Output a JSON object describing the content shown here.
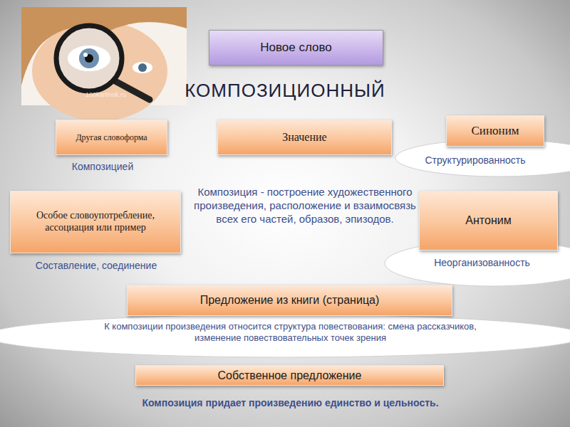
{
  "diagram": {
    "title": "КОМПОЗИЦИОННЫЙ",
    "nodes": [
      {
        "text": [
          "Новое слово"
        ]
      },
      {
        "text": [
          "Другая словоформа",
          "Композицией"
        ]
      },
      {
        "text": [
          "Значение",
          "Композиция - построение художественного произведения, расположение и взаимосвязь всех его частей, образов, эпизодов."
        ]
      },
      {
        "text": [
          "Синоним",
          "Структурированность"
        ]
      },
      {
        "text": [
          "Особое словоупотребление, ассоциация или пример",
          "Составление, соединение"
        ]
      },
      {
        "text": [
          "Антоним",
          "Неорганизованность"
        ]
      },
      {
        "text": [
          "Предложение из книги (страница)",
          "К композиции произведения относится структура повествования: смена рассказчиков, изменение повествовательных точек зрения"
        ]
      },
      {
        "text": [
          "Собственное предложение",
          "Композиция придает произведению единство и цельность."
        ]
      }
    ],
    "labels": [
      "100kartinok.ru"
    ]
  }
}
